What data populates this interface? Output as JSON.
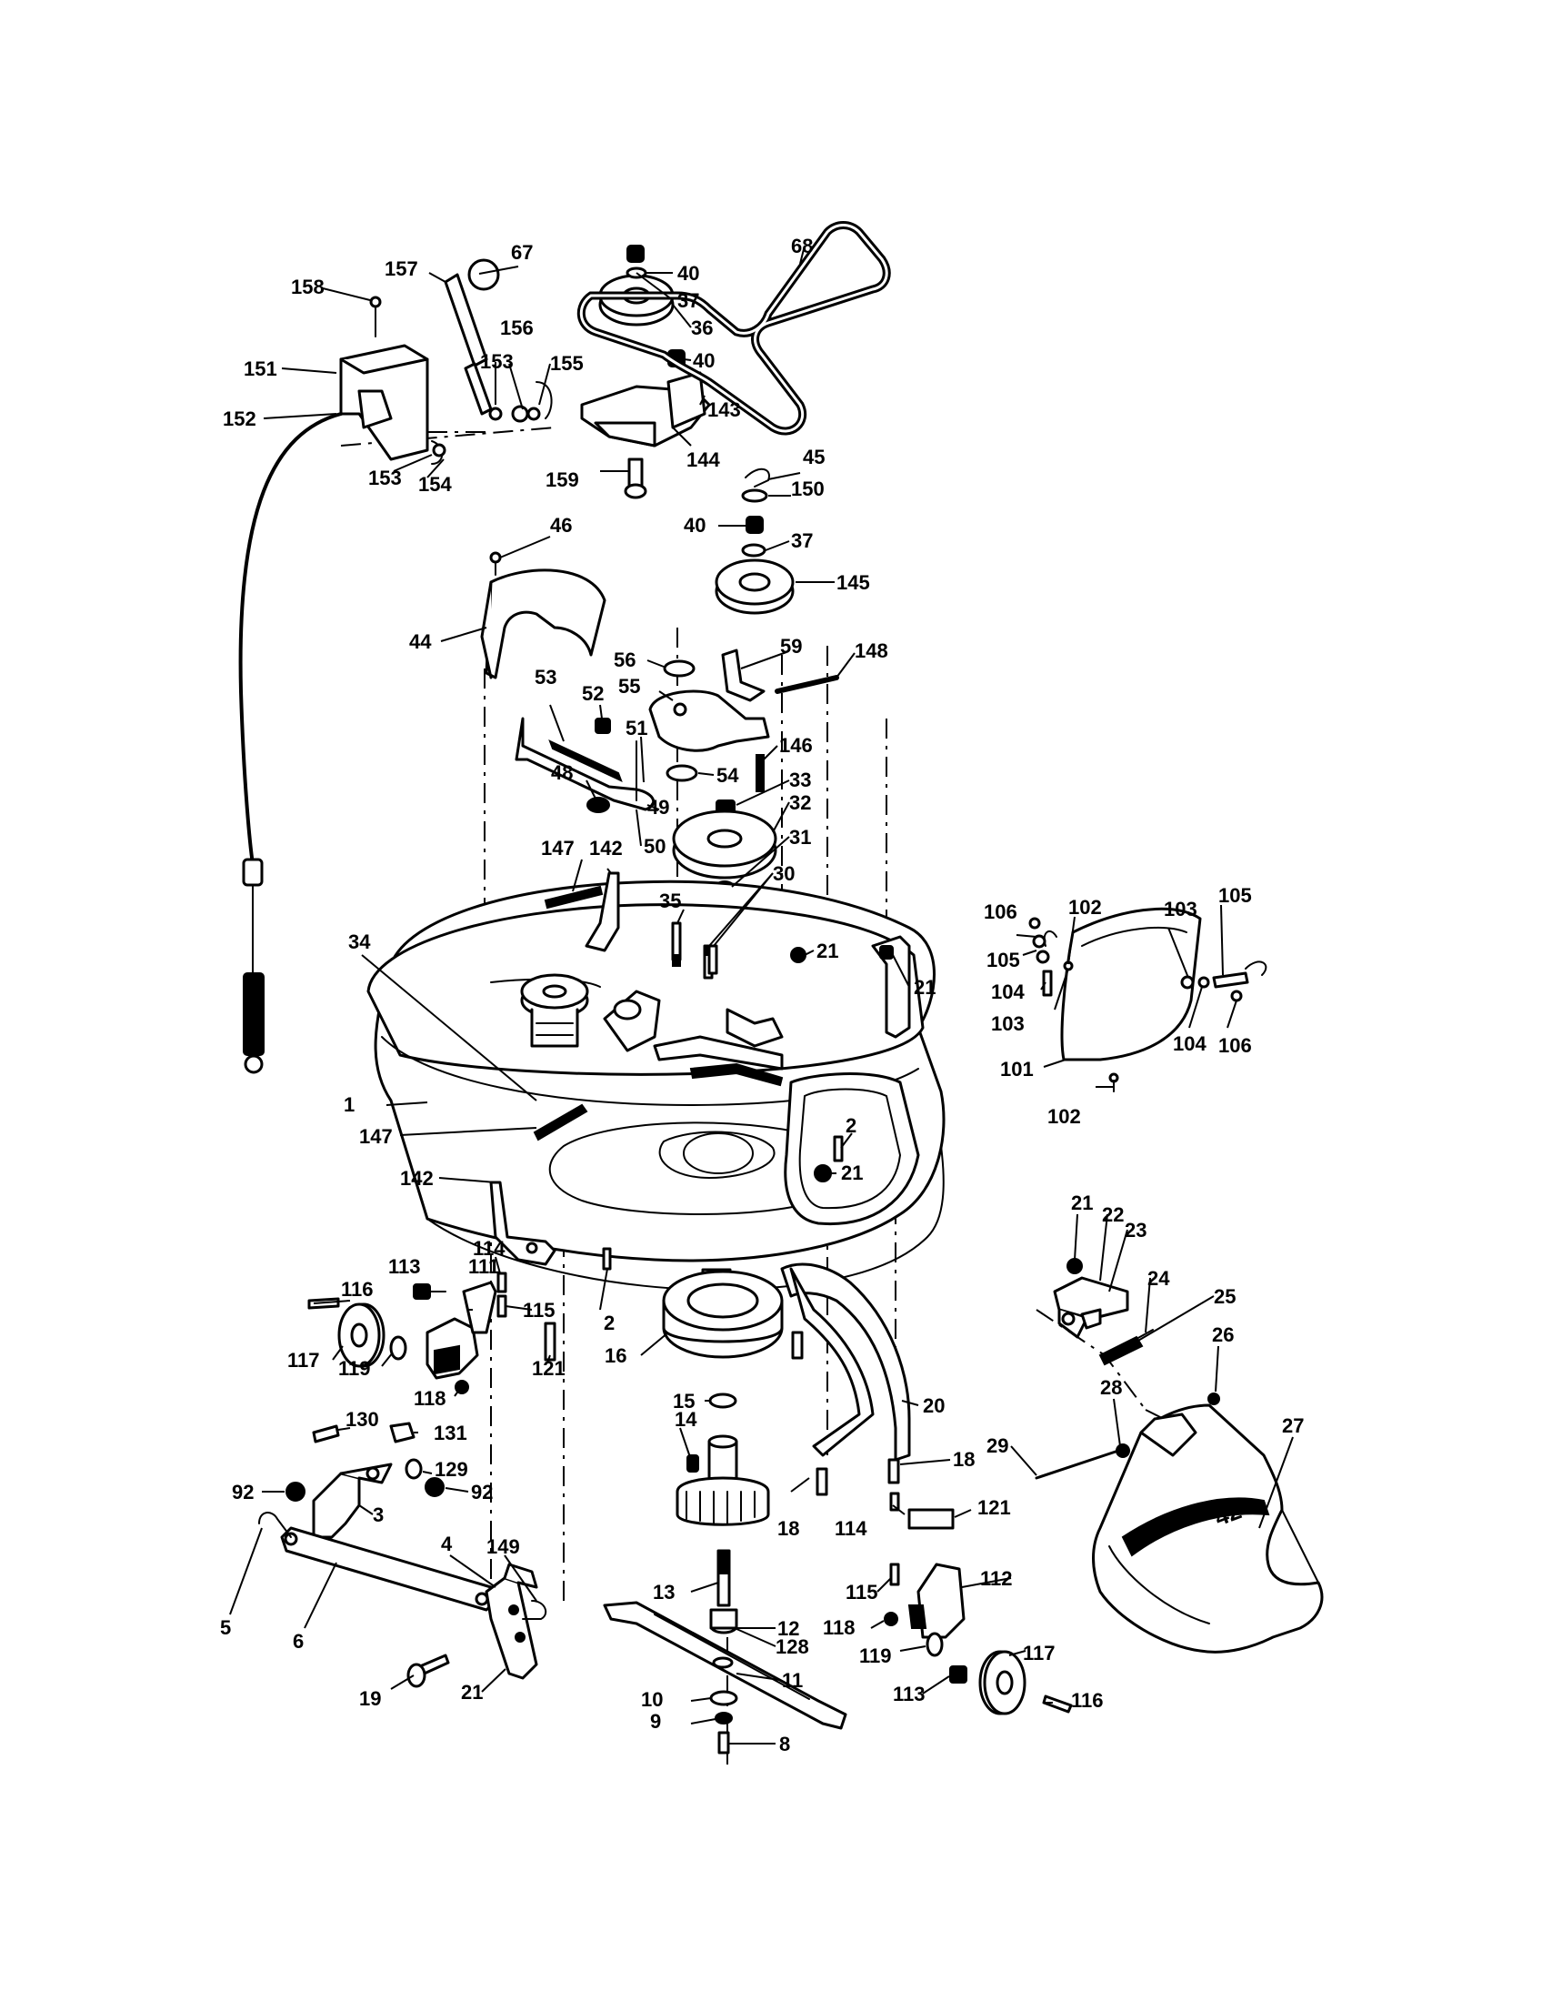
{
  "diagram": {
    "callouts": [
      {
        "id": "c-1",
        "label": "1"
      },
      {
        "id": "c-2a",
        "label": "2"
      },
      {
        "id": "c-2b",
        "label": "2"
      },
      {
        "id": "c-3",
        "label": "3"
      },
      {
        "id": "c-4",
        "label": "4"
      },
      {
        "id": "c-5",
        "label": "5"
      },
      {
        "id": "c-6",
        "label": "6"
      },
      {
        "id": "c-8",
        "label": "8"
      },
      {
        "id": "c-9",
        "label": "9"
      },
      {
        "id": "c-10",
        "label": "10"
      },
      {
        "id": "c-11",
        "label": "11"
      },
      {
        "id": "c-12",
        "label": "12"
      },
      {
        "id": "c-13",
        "label": "13"
      },
      {
        "id": "c-14",
        "label": "14"
      },
      {
        "id": "c-15",
        "label": "15"
      },
      {
        "id": "c-16",
        "label": "16"
      },
      {
        "id": "c-18a",
        "label": "18"
      },
      {
        "id": "c-18b",
        "label": "18"
      },
      {
        "id": "c-19",
        "label": "19"
      },
      {
        "id": "c-20",
        "label": "20"
      },
      {
        "id": "c-21a",
        "label": "21"
      },
      {
        "id": "c-21b",
        "label": "21"
      },
      {
        "id": "c-21c",
        "label": "21"
      },
      {
        "id": "c-21d",
        "label": "21"
      },
      {
        "id": "c-21e",
        "label": "21"
      },
      {
        "id": "c-22",
        "label": "22"
      },
      {
        "id": "c-23",
        "label": "23"
      },
      {
        "id": "c-24",
        "label": "24"
      },
      {
        "id": "c-25",
        "label": "25"
      },
      {
        "id": "c-26",
        "label": "26"
      },
      {
        "id": "c-27",
        "label": "27"
      },
      {
        "id": "c-28",
        "label": "28"
      },
      {
        "id": "c-29",
        "label": "29"
      },
      {
        "id": "c-30",
        "label": "30"
      },
      {
        "id": "c-31",
        "label": "31"
      },
      {
        "id": "c-32",
        "label": "32"
      },
      {
        "id": "c-33",
        "label": "33"
      },
      {
        "id": "c-34",
        "label": "34"
      },
      {
        "id": "c-35",
        "label": "35"
      },
      {
        "id": "c-36",
        "label": "36"
      },
      {
        "id": "c-37a",
        "label": "37"
      },
      {
        "id": "c-37b",
        "label": "37"
      },
      {
        "id": "c-40a",
        "label": "40"
      },
      {
        "id": "c-40b",
        "label": "40"
      },
      {
        "id": "c-40c",
        "label": "40"
      },
      {
        "id": "c-44",
        "label": "44"
      },
      {
        "id": "c-45",
        "label": "45"
      },
      {
        "id": "c-46",
        "label": "46"
      },
      {
        "id": "c-48",
        "label": "48"
      },
      {
        "id": "c-49",
        "label": "49"
      },
      {
        "id": "c-50",
        "label": "50"
      },
      {
        "id": "c-51",
        "label": "51"
      },
      {
        "id": "c-52",
        "label": "52"
      },
      {
        "id": "c-53",
        "label": "53"
      },
      {
        "id": "c-54",
        "label": "54"
      },
      {
        "id": "c-55",
        "label": "55"
      },
      {
        "id": "c-56",
        "label": "56"
      },
      {
        "id": "c-59",
        "label": "59"
      },
      {
        "id": "c-67",
        "label": "67"
      },
      {
        "id": "c-68",
        "label": "68"
      },
      {
        "id": "c-92a",
        "label": "92"
      },
      {
        "id": "c-92b",
        "label": "92"
      },
      {
        "id": "c-101",
        "label": "101"
      },
      {
        "id": "c-102a",
        "label": "102"
      },
      {
        "id": "c-102b",
        "label": "102"
      },
      {
        "id": "c-103a",
        "label": "103"
      },
      {
        "id": "c-103b",
        "label": "103"
      },
      {
        "id": "c-104a",
        "label": "104"
      },
      {
        "id": "c-104b",
        "label": "104"
      },
      {
        "id": "c-105a",
        "label": "105"
      },
      {
        "id": "c-105b",
        "label": "105"
      },
      {
        "id": "c-106a",
        "label": "106"
      },
      {
        "id": "c-106b",
        "label": "106"
      },
      {
        "id": "c-111",
        "label": "111"
      },
      {
        "id": "c-112",
        "label": "112"
      },
      {
        "id": "c-113a",
        "label": "113"
      },
      {
        "id": "c-113b",
        "label": "113"
      },
      {
        "id": "c-114a",
        "label": "114"
      },
      {
        "id": "c-114b",
        "label": "114"
      },
      {
        "id": "c-115a",
        "label": "115"
      },
      {
        "id": "c-115b",
        "label": "115"
      },
      {
        "id": "c-116a",
        "label": "116"
      },
      {
        "id": "c-116b",
        "label": "116"
      },
      {
        "id": "c-117a",
        "label": "117"
      },
      {
        "id": "c-117b",
        "label": "117"
      },
      {
        "id": "c-118a",
        "label": "118"
      },
      {
        "id": "c-118b",
        "label": "118"
      },
      {
        "id": "c-119a",
        "label": "119"
      },
      {
        "id": "c-119b",
        "label": "119"
      },
      {
        "id": "c-121a",
        "label": "121"
      },
      {
        "id": "c-121b",
        "label": "121"
      },
      {
        "id": "c-128",
        "label": "128"
      },
      {
        "id": "c-129",
        "label": "129"
      },
      {
        "id": "c-130",
        "label": "130"
      },
      {
        "id": "c-131",
        "label": "131"
      },
      {
        "id": "c-142a",
        "label": "142"
      },
      {
        "id": "c-142b",
        "label": "142"
      },
      {
        "id": "c-143",
        "label": "143"
      },
      {
        "id": "c-144",
        "label": "144"
      },
      {
        "id": "c-145",
        "label": "145"
      },
      {
        "id": "c-146",
        "label": "146"
      },
      {
        "id": "c-147a",
        "label": "147"
      },
      {
        "id": "c-147b",
        "label": "147"
      },
      {
        "id": "c-148",
        "label": "148"
      },
      {
        "id": "c-149",
        "label": "149"
      },
      {
        "id": "c-150",
        "label": "150"
      },
      {
        "id": "c-151",
        "label": "151"
      },
      {
        "id": "c-152",
        "label": "152"
      },
      {
        "id": "c-153a",
        "label": "153"
      },
      {
        "id": "c-153b",
        "label": "153"
      },
      {
        "id": "c-154",
        "label": "154"
      },
      {
        "id": "c-155",
        "label": "155"
      },
      {
        "id": "c-156",
        "label": "156"
      },
      {
        "id": "c-157",
        "label": "157"
      },
      {
        "id": "c-158",
        "label": "158"
      },
      {
        "id": "c-159",
        "label": "159"
      }
    ],
    "deck_marking": "42"
  }
}
